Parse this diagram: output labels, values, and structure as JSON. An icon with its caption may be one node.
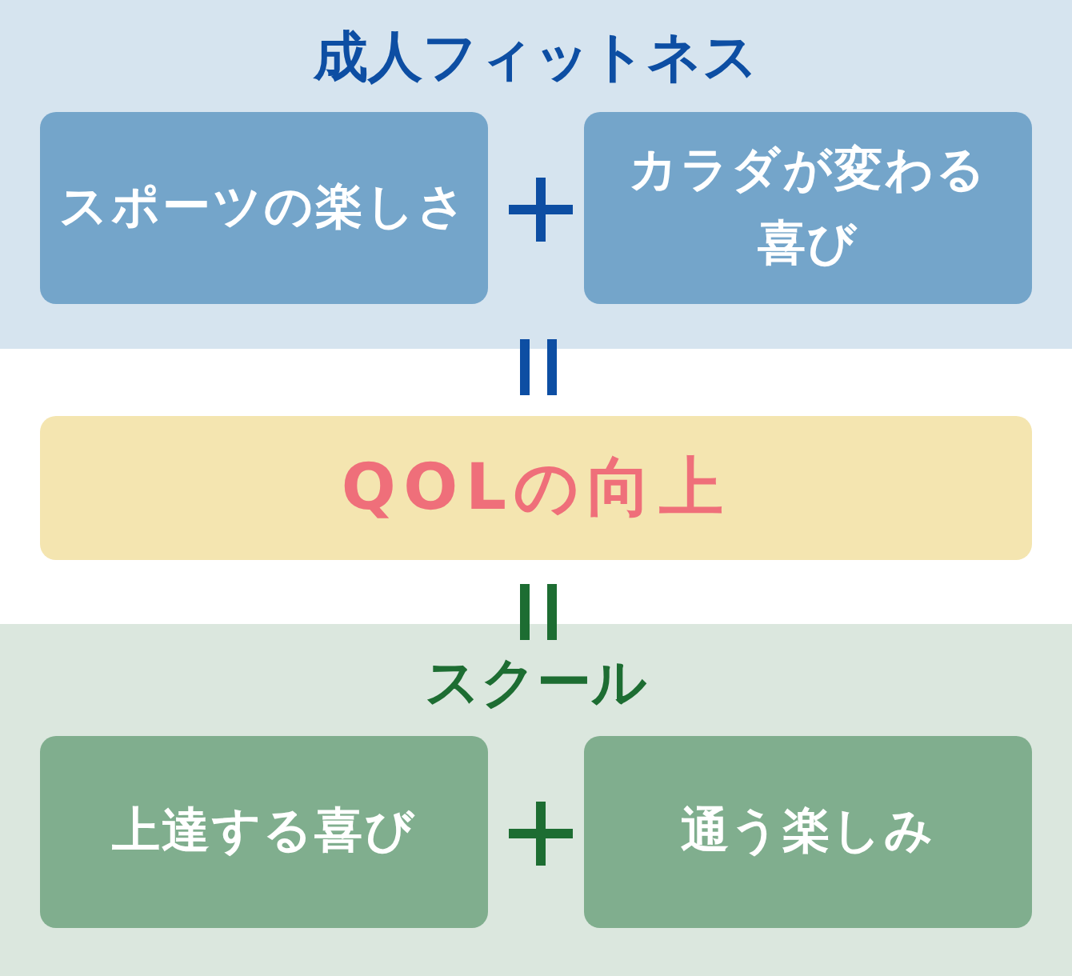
{
  "diagram": {
    "nodes": [
      {
        "text": [
          "成人フィットネス"
        ]
      },
      {
        "text": [
          "スポーツの楽しさ"
        ],
        "in": 0
      },
      {
        "text": [
          "カラダが変わる喜び"
        ],
        "in": 0
      },
      {
        "text": [
          "QOLの向上"
        ]
      },
      {
        "text": [
          "スクール"
        ]
      },
      {
        "text": [
          "上達する喜び"
        ],
        "in": 4
      },
      {
        "text": [
          "通う楽しみ"
        ],
        "in": 4
      }
    ]
  }
}
